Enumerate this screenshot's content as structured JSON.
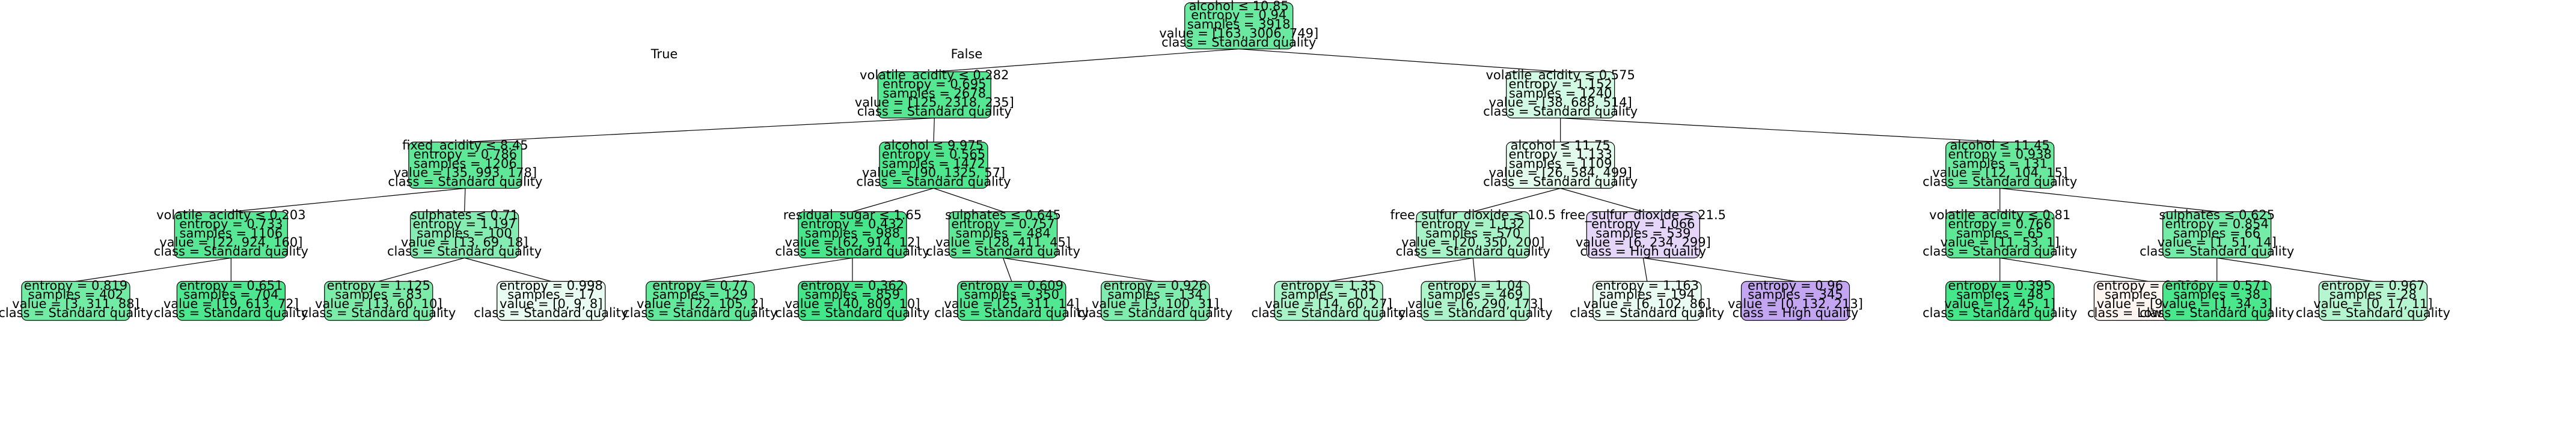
{
  "edge_labels": {
    "true_label": "True",
    "false_label": "False"
  },
  "colors": {
    "standard_quality": "#39e581",
    "low_quality": "#e58139",
    "high_quality": "#8139e5",
    "edge": "#000000"
  },
  "nodes": [
    {
      "id": "n0",
      "parent": null,
      "fill": "#6ae9a0",
      "lines": [
        "alcohol ≤ 10.85",
        "entropy = 0.94",
        "samples = 3918",
        "value = [163, 3006, 749]",
        "class = Standard quality"
      ]
    },
    {
      "id": "n1",
      "parent": "n0",
      "fill": "#55e792",
      "lines": [
        "volatile_acidity ≤ 0.282",
        "entropy = 0.695",
        "samples = 2678",
        "value = [125, 2318, 235]",
        "class = Standard quality"
      ]
    },
    {
      "id": "n2",
      "parent": "n0",
      "fill": "#d2f9e3",
      "lines": [
        "volatile_acidity ≤ 0.575",
        "entropy = 1.152",
        "samples = 1240",
        "value = [38, 688, 514]",
        "class = Standard quality"
      ]
    },
    {
      "id": "n3",
      "parent": "n1",
      "fill": "#5fe898",
      "lines": [
        "fixed_acidity ≤ 8.45",
        "entropy = 0.786",
        "samples = 1206",
        "value = [35, 993, 178]",
        "class = Standard quality"
      ]
    },
    {
      "id": "n4",
      "parent": "n1",
      "fill": "#4de88e",
      "lines": [
        "alcohol ≤ 9.975",
        "entropy = 0.565",
        "samples = 1472",
        "value = [90, 1325, 57]",
        "class = Standard quality"
      ]
    },
    {
      "id": "n5",
      "parent": "n2",
      "fill": "#e2fbec",
      "lines": [
        "alcohol ≤ 11.75",
        "entropy = 1.133",
        "samples = 1109",
        "value = [26, 584, 499]",
        "class = Standard quality"
      ]
    },
    {
      "id": "n6",
      "parent": "n2",
      "fill": "#68e99e",
      "lines": [
        "alcohol ≤ 11.45",
        "entropy = 0.938",
        "samples = 131",
        "value = [12, 104, 15]",
        "class = Standard quality"
      ]
    },
    {
      "id": "n7",
      "parent": "n3",
      "fill": "#58e794",
      "lines": [
        "volatile_acidity ≤ 0.203",
        "entropy = 0.733",
        "samples = 1106",
        "value = [22, 924, 160]",
        "class = Standard quality"
      ]
    },
    {
      "id": "n8",
      "parent": "n3",
      "fill": "#85edb1",
      "lines": [
        "sulphates ≤ 0.71",
        "entropy = 1.197",
        "samples = 100",
        "value = [13, 69, 18]",
        "class = Standard quality"
      ]
    },
    {
      "id": "n9",
      "parent": "n4",
      "fill": "#47e68a",
      "lines": [
        "residual_sugar ≤ 1.65",
        "entropy = 0.432",
        "samples = 988",
        "value = [62, 914, 12]",
        "class = Standard quality"
      ]
    },
    {
      "id": "n10",
      "parent": "n4",
      "fill": "#5de896",
      "lines": [
        "sulphates ≤ 0.645",
        "entropy = 0.757",
        "samples = 484",
        "value = [28, 411, 45]",
        "class = Standard quality"
      ]
    },
    {
      "id": "n11",
      "parent": "n5",
      "fill": "#a7f3c7",
      "lines": [
        "free_sulfur_dioxide ≤ 10.5",
        "entropy = 1.132",
        "samples = 570",
        "value = [20, 350, 200]",
        "class = Standard quality"
      ]
    },
    {
      "id": "n12",
      "parent": "n5",
      "fill": "#e4d5f9",
      "lines": [
        "free_sulfur_dioxide ≤ 21.5",
        "entropy = 1.066",
        "samples = 539",
        "value = [6, 234, 299]",
        "class = High quality"
      ]
    },
    {
      "id": "n13",
      "parent": "n6",
      "fill": "#5de896",
      "lines": [
        "volatile_acidity ≤ 0.81",
        "entropy = 0.766",
        "samples = 65",
        "value = [11, 53, 1]",
        "class = Standard quality"
      ]
    },
    {
      "id": "n14",
      "parent": "n6",
      "fill": "#74eba6",
      "lines": [
        "sulphates ≤ 0.625",
        "entropy = 0.854",
        "samples = 66",
        "value = [1, 51, 14]",
        "class = Standard quality"
      ]
    },
    {
      "id": "n15",
      "parent": "n7",
      "fill": "#72eba5",
      "lines": [
        "entropy = 0.819",
        "samples = 402",
        "value = [3, 311, 88]",
        "class = Standard quality"
      ]
    },
    {
      "id": "n16",
      "parent": "n7",
      "fill": "#4ce78e",
      "lines": [
        "entropy = 0.651",
        "samples = 704",
        "value = [19, 613, 72]",
        "class = Standard quality"
      ]
    },
    {
      "id": "n17",
      "parent": "n8",
      "fill": "#7deca9",
      "lines": [
        "entropy = 1.125",
        "samples = 83",
        "value = [13, 60, 10]",
        "class = Standard quality"
      ]
    },
    {
      "id": "n18",
      "parent": "n8",
      "fill": "#e8fcf1",
      "lines": [
        "entropy = 0.998",
        "samples = 17",
        "value = [0, 9, 8]",
        "class = Standard quality"
      ]
    },
    {
      "id": "n19",
      "parent": "n9",
      "fill": "#62e99b",
      "lines": [
        "entropy = 0.77",
        "samples = 129",
        "value = [22, 105, 2]",
        "class = Standard quality"
      ]
    },
    {
      "id": "n20",
      "parent": "n9",
      "fill": "#43e688",
      "lines": [
        "entropy = 0.362",
        "samples = 859",
        "value = [40, 809, 10]",
        "class = Standard quality"
      ]
    },
    {
      "id": "n21",
      "parent": "n10",
      "fill": "#51e891",
      "lines": [
        "entropy = 0.609",
        "samples = 350",
        "value = [25, 311, 14]",
        "class = Standard quality"
      ]
    },
    {
      "id": "n22",
      "parent": "n10",
      "fill": "#80ecae",
      "lines": [
        "entropy = 0.926",
        "samples = 134",
        "value = [3, 100, 31]",
        "class = Standard quality"
      ]
    },
    {
      "id": "n23",
      "parent": "n11",
      "fill": "#a8f4c8",
      "lines": [
        "entropy = 1.35",
        "samples = 101",
        "value = [14, 60, 27]",
        "class = Standard quality"
      ]
    },
    {
      "id": "n24",
      "parent": "n11",
      "fill": "#aef4cb",
      "lines": [
        "entropy = 1.04",
        "samples = 469",
        "value = [6, 290, 173]",
        "class = Standard quality"
      ]
    },
    {
      "id": "n25",
      "parent": "n12",
      "fill": "#e9fcf1",
      "lines": [
        "entropy = 1.163",
        "samples = 194",
        "value = [6, 102, 86]",
        "class = Standard quality"
      ]
    },
    {
      "id": "n26",
      "parent": "n12",
      "fill": "#c4a5f2",
      "lines": [
        "entropy = 0.96",
        "samples = 345",
        "value = [0, 132, 213]",
        "class = High quality"
      ]
    },
    {
      "id": "n27",
      "parent": "n13",
      "fill": "#46e68a",
      "lines": [
        "entropy = 0.395",
        "samples = 48",
        "value = [2, 45, 1]",
        "class = Standard quality"
      ]
    },
    {
      "id": "n28",
      "parent": "n13",
      "fill": "#fdf5f0",
      "lines": [
        "entropy = 0.998",
        "samples = 17",
        "value = [9, 8, 0]",
        "class = Low quality"
      ]
    },
    {
      "id": "n29",
      "parent": "n14",
      "fill": "#4ae78c",
      "lines": [
        "entropy = 0.571",
        "samples = 38",
        "value = [1, 34, 3]",
        "class = Standard quality"
      ]
    },
    {
      "id": "n30",
      "parent": "n14",
      "fill": "#b5f5d0",
      "lines": [
        "entropy = 0.967",
        "samples = 28",
        "value = [0, 17, 11]",
        "class = Standard quality"
      ]
    }
  ]
}
